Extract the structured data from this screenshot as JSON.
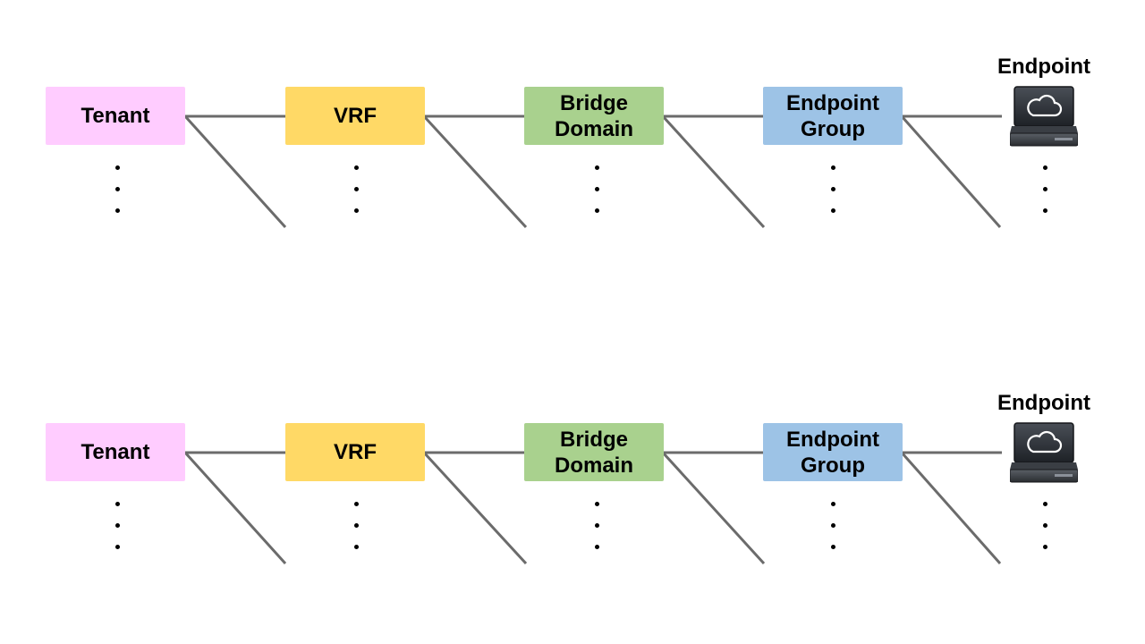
{
  "colors": {
    "tenant": "#ffccff",
    "vrf": "#ffd966",
    "bridge_domain": "#a9d18e",
    "endpoint_group": "#9dc3e6",
    "connector": "#6b6b6b"
  },
  "rows": [
    {
      "tenant": "Tenant",
      "vrf": "VRF",
      "bridge_domain": "Bridge Domain",
      "endpoint_group": "Endpoint Group",
      "endpoint": "Endpoint"
    },
    {
      "tenant": "Tenant",
      "vrf": "VRF",
      "bridge_domain": "Bridge Domain",
      "endpoint_group": "Endpoint Group",
      "endpoint": "Endpoint"
    }
  ],
  "icons": {
    "endpoint": "endpoint-server-cloud-icon"
  }
}
